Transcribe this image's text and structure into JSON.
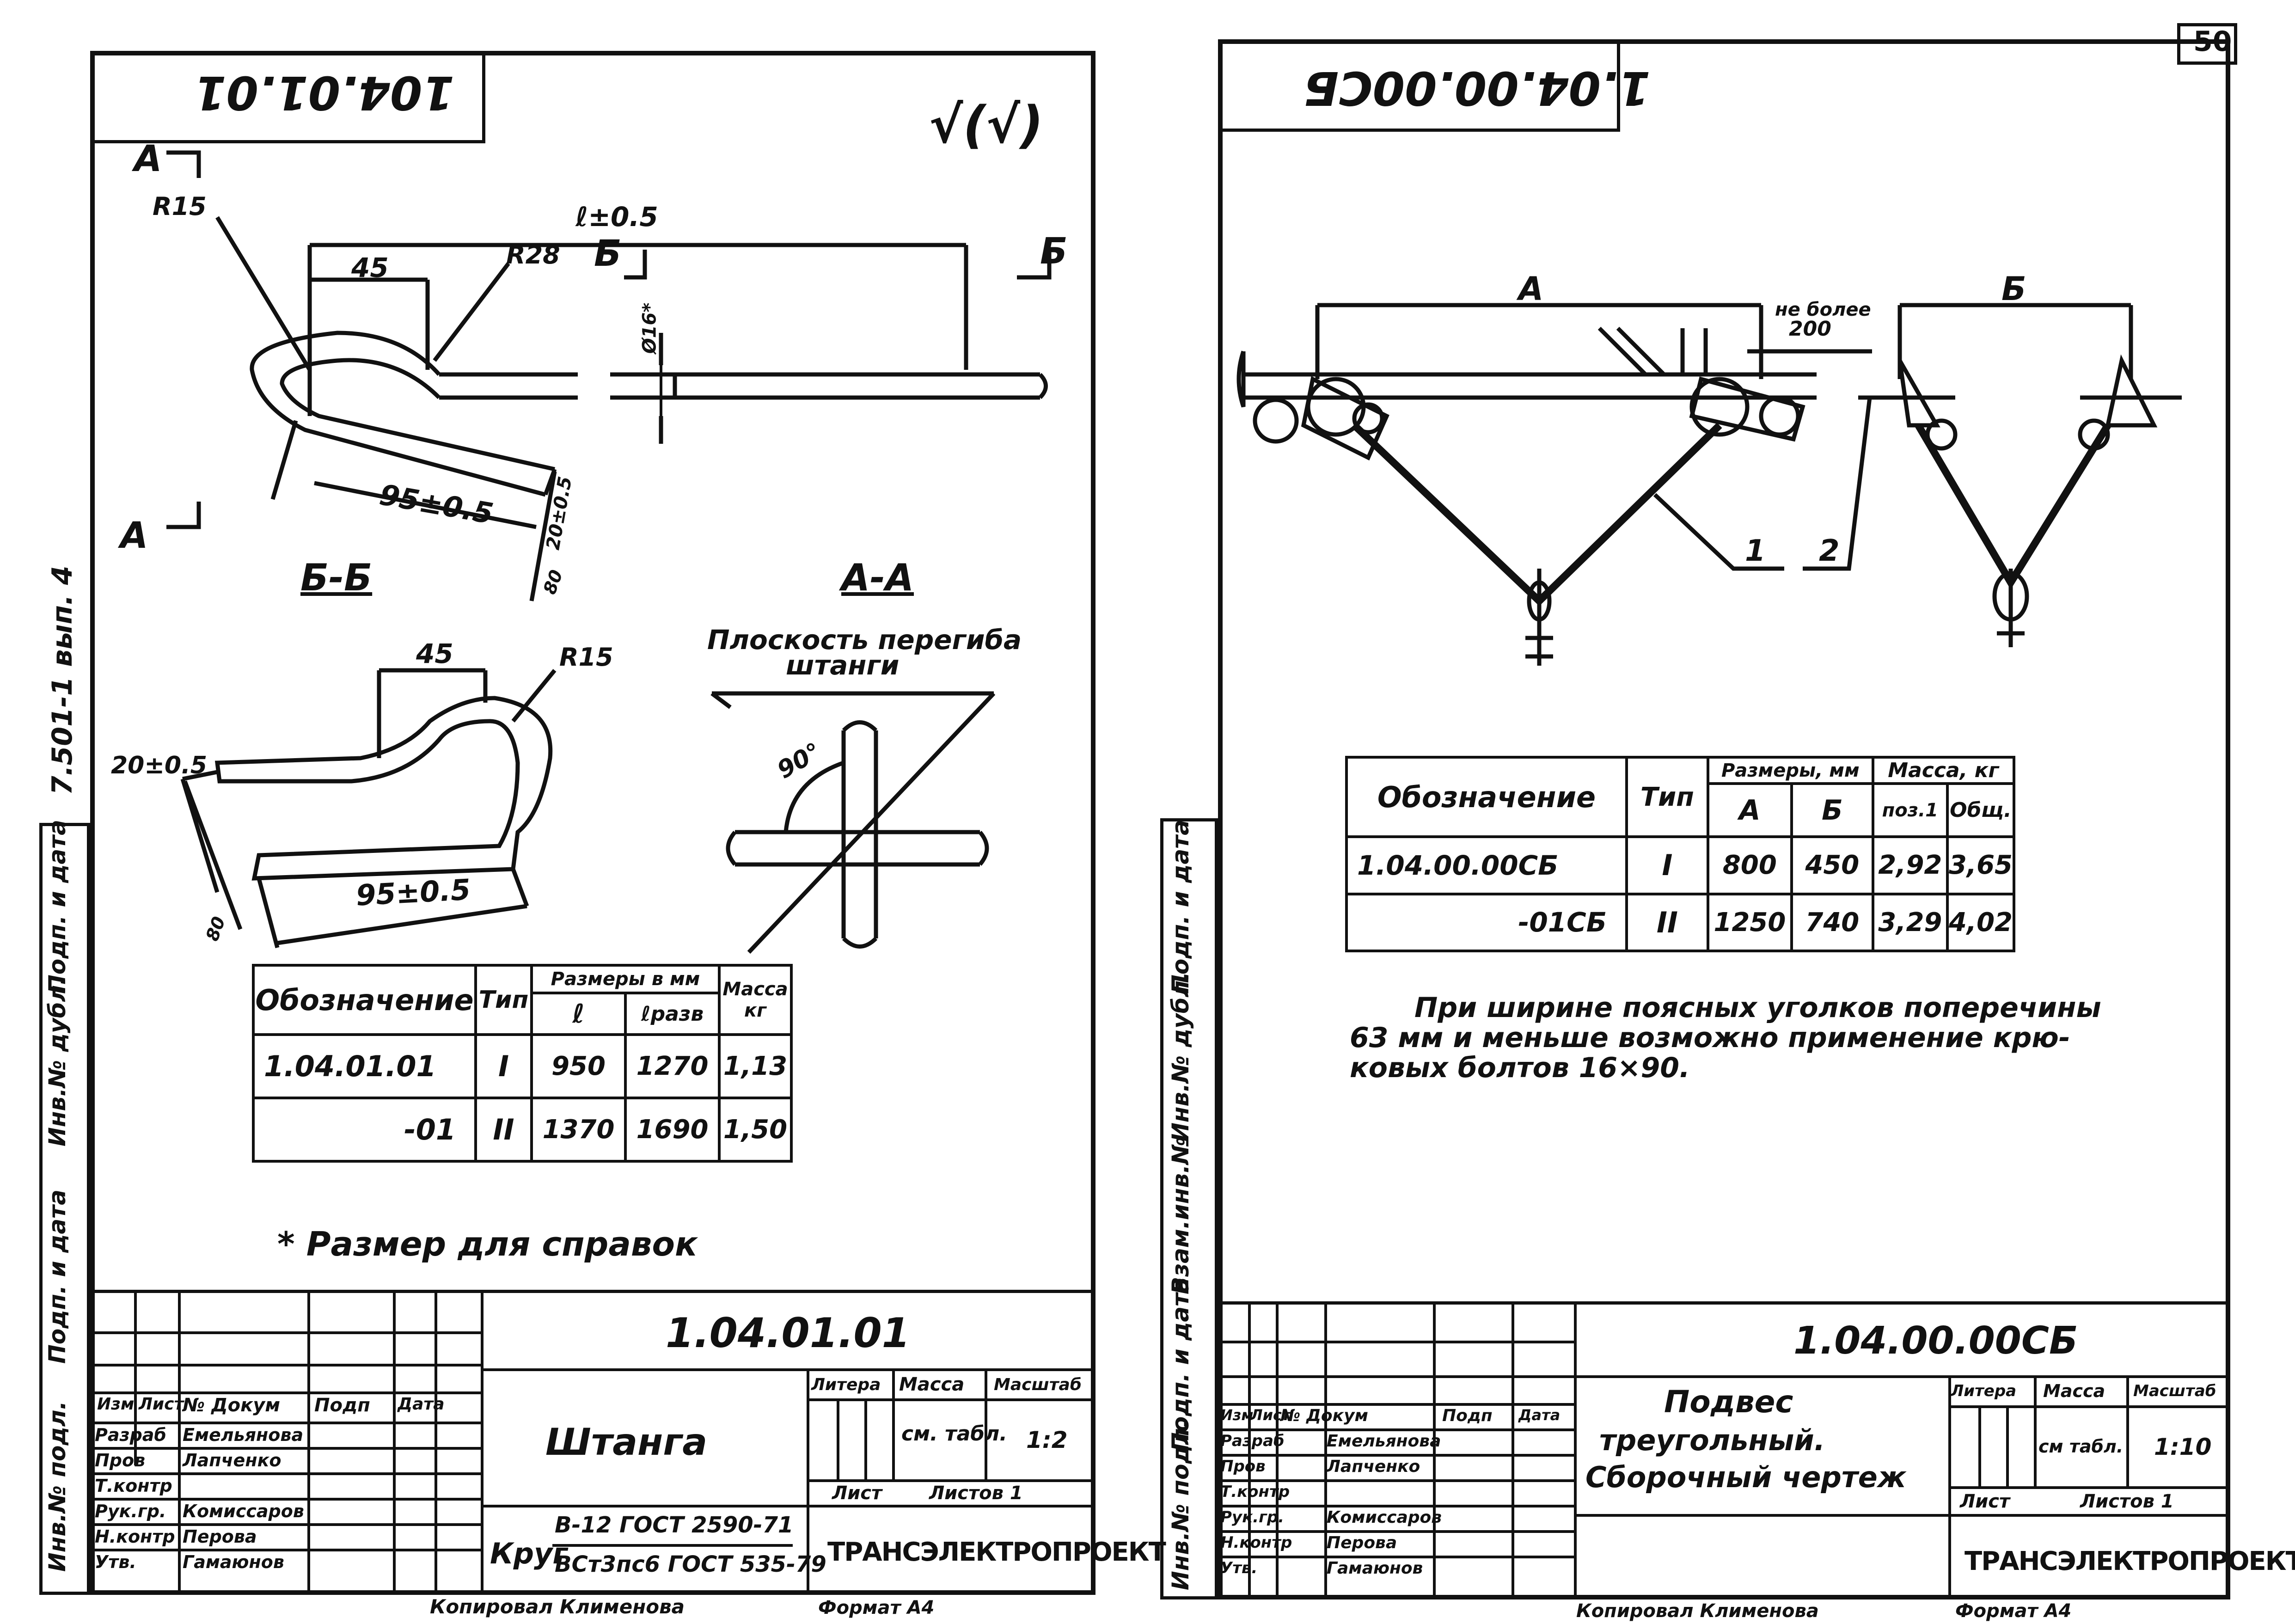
{
  "sheet_number": "50",
  "left": {
    "code_stamp": "104.01.01",
    "roughness": "√(√)",
    "labels": {
      "section_a_top": "А",
      "section_a_bottom": "А",
      "section_b": "Б",
      "section_b_right": "Б",
      "r15": "R15",
      "r28": "R28",
      "l": "ℓ±0.5",
      "d45": "45",
      "d95": "95±0.5",
      "d20_top": "20±0.5",
      "phi": "Ø16*",
      "ang80": "80",
      "section_bb": "Б-Б",
      "section_aa": "А-А",
      "plane_note_1": "Плоскость перегиба",
      "plane_note_2": "штанги",
      "d45_b": "45",
      "r15_b": "R15",
      "d20_b": "20±0.5",
      "d95_b": "95±0.5",
      "ang80_b": "80",
      "ang90": "90°"
    },
    "table": {
      "h_designation": "Обозначение",
      "h_type": "Тип",
      "h_sizes": "Размеры в мм",
      "h_l": "ℓ",
      "h_lrazv": "ℓразв",
      "h_mass": "Масса кг",
      "rows": [
        {
          "designation": "1.04.01.01",
          "type": "I",
          "l": "950",
          "lrazv": "1270",
          "mass": "1,13"
        },
        {
          "designation": "-01",
          "type": "II",
          "l": "1370",
          "lrazv": "1690",
          "mass": "1,50"
        }
      ]
    },
    "note": "* Размер для справок",
    "title_block": {
      "code": "1.04.01.01",
      "name": "Штанга",
      "h_izm": "Изм",
      "h_list": "Лист",
      "h_doc": "№ Докум",
      "h_sign": "Подп",
      "h_date": "Дата",
      "roles": [
        "Разраб",
        "Пров",
        "Т.контр",
        "Рук.гр.",
        "Н.контр",
        "Утв."
      ],
      "names": [
        "Емельянова",
        "Лапченко",
        "",
        "Комиссаров",
        "Перова",
        "Гамаюнов"
      ],
      "h_litera": "Литера",
      "h_massa": "Масса",
      "h_masshtab": "Масштаб",
      "massa_val": "см. табл.",
      "masshtab_val": "1:2",
      "list_label": "Лист",
      "listov_label": "Листов 1",
      "material_prefix": "Круг",
      "material_1": "В-12 ГОСТ 2590-71",
      "material_2": "ВСт3пс6 ГОСТ 535-79",
      "org": "ТРАНСЭЛЕКТРОПРОЕКТ"
    },
    "copied": "Копировал Клименова",
    "format": "Формат А4"
  },
  "right": {
    "code_stamp": "1.04.00.00СБ",
    "labels": {
      "dim_a": "А",
      "dim_b": "Б",
      "max200_1": "не более",
      "max200_2": "200",
      "pos1": "1",
      "pos2": "2"
    },
    "table": {
      "h_designation": "Обозначение",
      "h_type": "Тип",
      "h_sizes": "Размеры, мм",
      "h_mass": "Масса, кг",
      "h_a": "А",
      "h_b": "Б",
      "h_pos1": "поз.1",
      "h_total": "Общ.",
      "rows": [
        {
          "designation": "1.04.00.00СБ",
          "type": "I",
          "a": "800",
          "b": "450",
          "pos1": "2,92",
          "total": "3,65"
        },
        {
          "designation": "-01СБ",
          "type": "II",
          "a": "1250",
          "b": "740",
          "pos1": "3,29",
          "total": "4,02"
        }
      ]
    },
    "note_1": "При ширине поясных уголков поперечины",
    "note_2": "63 мм и меньше возможно применение крю-",
    "note_3": "ковых болтов 16×90.",
    "title_block": {
      "code": "1.04.00.00СБ",
      "name_1": "Подвес",
      "name_2": "треугольный.",
      "name_3": "Сборочный чертеж",
      "h_izm": "Изм",
      "h_list": "Лист",
      "h_doc": "№ Докум",
      "h_sign": "Подп",
      "h_date": "Дата",
      "roles": [
        "Разраб",
        "Пров",
        "Т.контр",
        "Рук.гр.",
        "Н.контр",
        "Утв."
      ],
      "names": [
        "Емельянова",
        "Лапченко",
        "",
        "Комиссаров",
        "Перова",
        "Гамаюнов"
      ],
      "h_litera": "Литера",
      "h_massa": "Масса",
      "h_masshtab": "Масштаб",
      "massa_val": "см табл.",
      "masshtab_val": "1:10",
      "list_label": "Лист",
      "listov_label": "Листов 1",
      "org": "ТРАНСЭЛЕКТРОПРОЕКТ"
    },
    "copied": "Копировал Клименова",
    "format": "Формат А4"
  },
  "margin": {
    "album": "7.501-1 вып. 4",
    "podp_data": "Подп. и дата",
    "vzam": "Взам.инв.№",
    "inv_dubl": "Инв.№ дубл.",
    "inv_podl": "Инв.№ подл."
  }
}
